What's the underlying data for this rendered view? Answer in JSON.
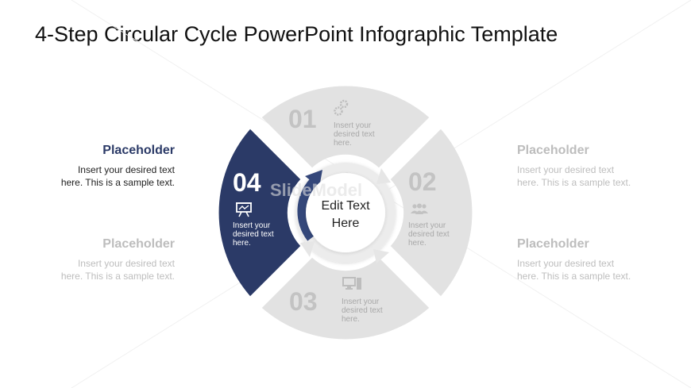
{
  "title": "4-Step Circular Cycle PowerPoint Infographic Template",
  "left_blocks": [
    {
      "title": "Placeholder",
      "body": [
        "Insert your desired text",
        "here. This is a sample text."
      ],
      "state": "active"
    },
    {
      "title": "Placeholder",
      "body": [
        "Insert your desired text",
        "here. This is a sample text."
      ],
      "state": "inactive"
    }
  ],
  "right_blocks": [
    {
      "title": "Placeholder",
      "body": [
        "Insert your desired text",
        "here. This is a sample text."
      ],
      "state": "inactive"
    },
    {
      "title": "Placeholder",
      "body": [
        "Insert your desired text",
        "here. This is a sample text."
      ],
      "state": "inactive"
    }
  ],
  "segments": [
    {
      "number": "01",
      "icon": "gears-icon",
      "text": [
        "Insert your",
        "desired text",
        "here."
      ],
      "color": "#e2e2e2"
    },
    {
      "number": "02",
      "icon": "people-icon",
      "text": [
        "Insert your",
        "desired text",
        "here."
      ],
      "color": "#e2e2e2"
    },
    {
      "number": "03",
      "icon": "computer-icon",
      "text": [
        "Insert your",
        "desired text",
        "here."
      ],
      "color": "#e2e2e2"
    },
    {
      "number": "04",
      "icon": "presentation-board-icon",
      "text": [
        "Insert your",
        "desired text",
        "here."
      ],
      "color": "#2b3a67"
    }
  ],
  "center": {
    "line1": "Edit Text",
    "line2": "Here"
  },
  "watermark": "SlideModel",
  "colors": {
    "accent": "#2b3a67",
    "segment_gray": "#e2e2e2",
    "muted_text": "#bdbdbd"
  }
}
